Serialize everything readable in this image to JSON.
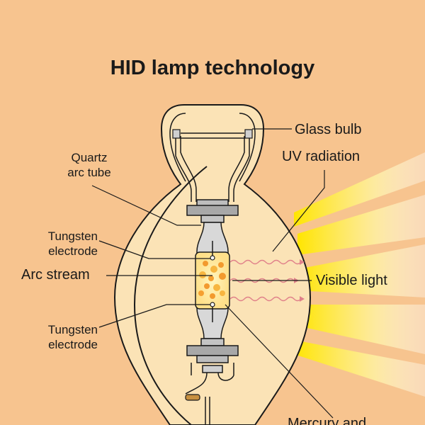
{
  "title": "HID lamp technology",
  "labels": {
    "glass_bulb": "Glass bulb",
    "uv_radiation": "UV radiation",
    "quartz_line1": "Quartz",
    "quartz_line2": "arc tube",
    "tungsten_top_line1": "Tungsten",
    "tungsten_top_line2": "electrode",
    "arc_stream": "Arc stream",
    "visible_light": "Visible light",
    "tungsten_bottom_line1": "Tungsten",
    "tungsten_bottom_line2": "electrode",
    "mercury": "Mercury and"
  },
  "colors": {
    "background": "#f7c48f",
    "glass": "#fbe3b6",
    "light_beam": "#ffe500",
    "uv_wave": "#e0808a",
    "arc": "#f0a030"
  }
}
